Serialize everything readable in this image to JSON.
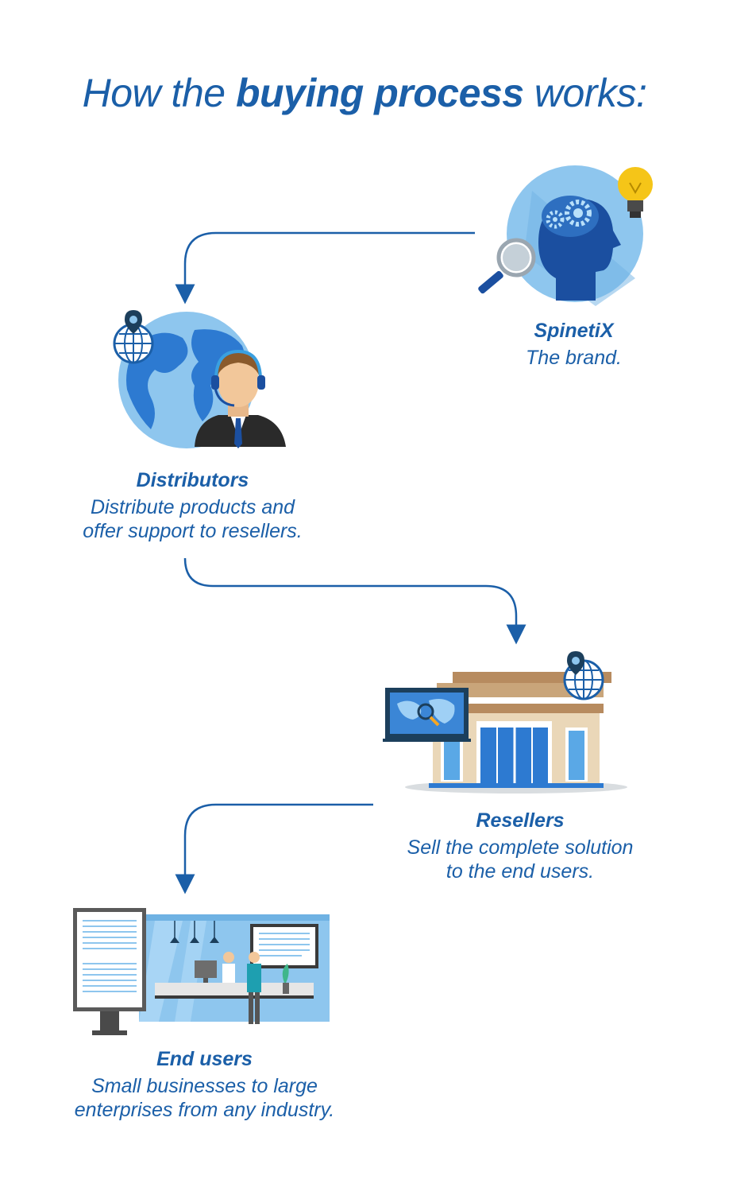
{
  "title": {
    "prefix": "How the ",
    "bold": "buying process",
    "suffix": " works:"
  },
  "nodes": {
    "brand": {
      "name": "SpinetiX",
      "desc": "The brand."
    },
    "distributors": {
      "name": "Distributors",
      "desc_line1": "Distribute products and",
      "desc_line2": "offer support to resellers."
    },
    "resellers": {
      "name": "Resellers",
      "desc_line1": "Sell the complete solution",
      "desc_line2": "to the end users."
    },
    "end_users": {
      "name": "End users",
      "desc_line1": "Small businesses to large",
      "desc_line2": "enterprises from any industry."
    }
  },
  "icons": {
    "brand": "head-with-gears-icon",
    "distributors": "globe-with-support-agent-icon",
    "resellers": "storefront-with-map-screen-icon",
    "end_users": "office-with-signage-icon"
  },
  "colors": {
    "primary": "#1b5fa8",
    "light_blue": "#8ec6ee",
    "arrow": "#1b5fa8"
  }
}
